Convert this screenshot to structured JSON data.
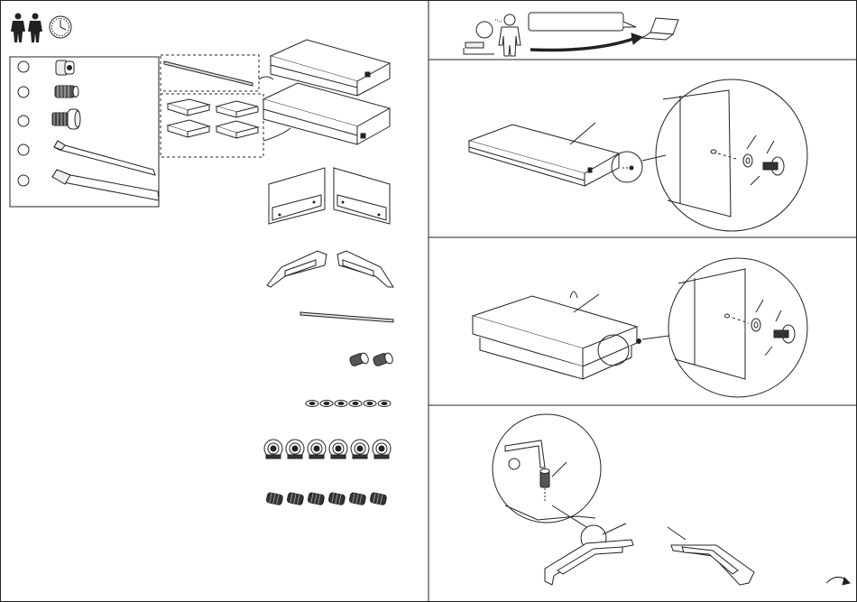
{
  "manual": {
    "left_panel": {
      "people_count_icon": "two-person-icon",
      "time_icon": "clock-icon",
      "tools_box": {
        "items": [
          {
            "icon": "cap-nut-icon"
          },
          {
            "icon": "threaded-insert-icon"
          },
          {
            "icon": "hex-bolt-icon"
          },
          {
            "icon": "small-allen-key-icon"
          },
          {
            "icon": "large-allen-key-icon"
          }
        ]
      },
      "parts": [
        {
          "icon": "rod-icon"
        },
        {
          "icon": "foam-pad-icon"
        },
        {
          "icon": "mattress-box-icon"
        },
        {
          "icon": "headboard-panel-icon"
        },
        {
          "icon": "bracket-icon"
        },
        {
          "icon": "long-rod-icon"
        },
        {
          "icon": "cap-nut-icon"
        },
        {
          "icon": "washer-icon"
        },
        {
          "icon": "knob-nut-icon"
        },
        {
          "icon": "threaded-bolt-icon"
        }
      ],
      "washer_count": 6,
      "knob_count": 6,
      "bolt_count": 6
    },
    "right_panel": {
      "intro": {
        "icons": [
          "person-icon",
          "laptop-icon",
          "arrow-icon"
        ],
        "speech_text": ""
      },
      "steps": [
        {
          "icon": "box-assembly-icon"
        },
        {
          "icon": "box-assembly-icon"
        },
        {
          "icon": "frame-assembly-icon"
        }
      ],
      "page_turn_icon": "page-turn-icon"
    },
    "colors": {
      "stroke": "#222222",
      "background": "#ffffff",
      "fill_light": "#f2f2f2"
    }
  }
}
